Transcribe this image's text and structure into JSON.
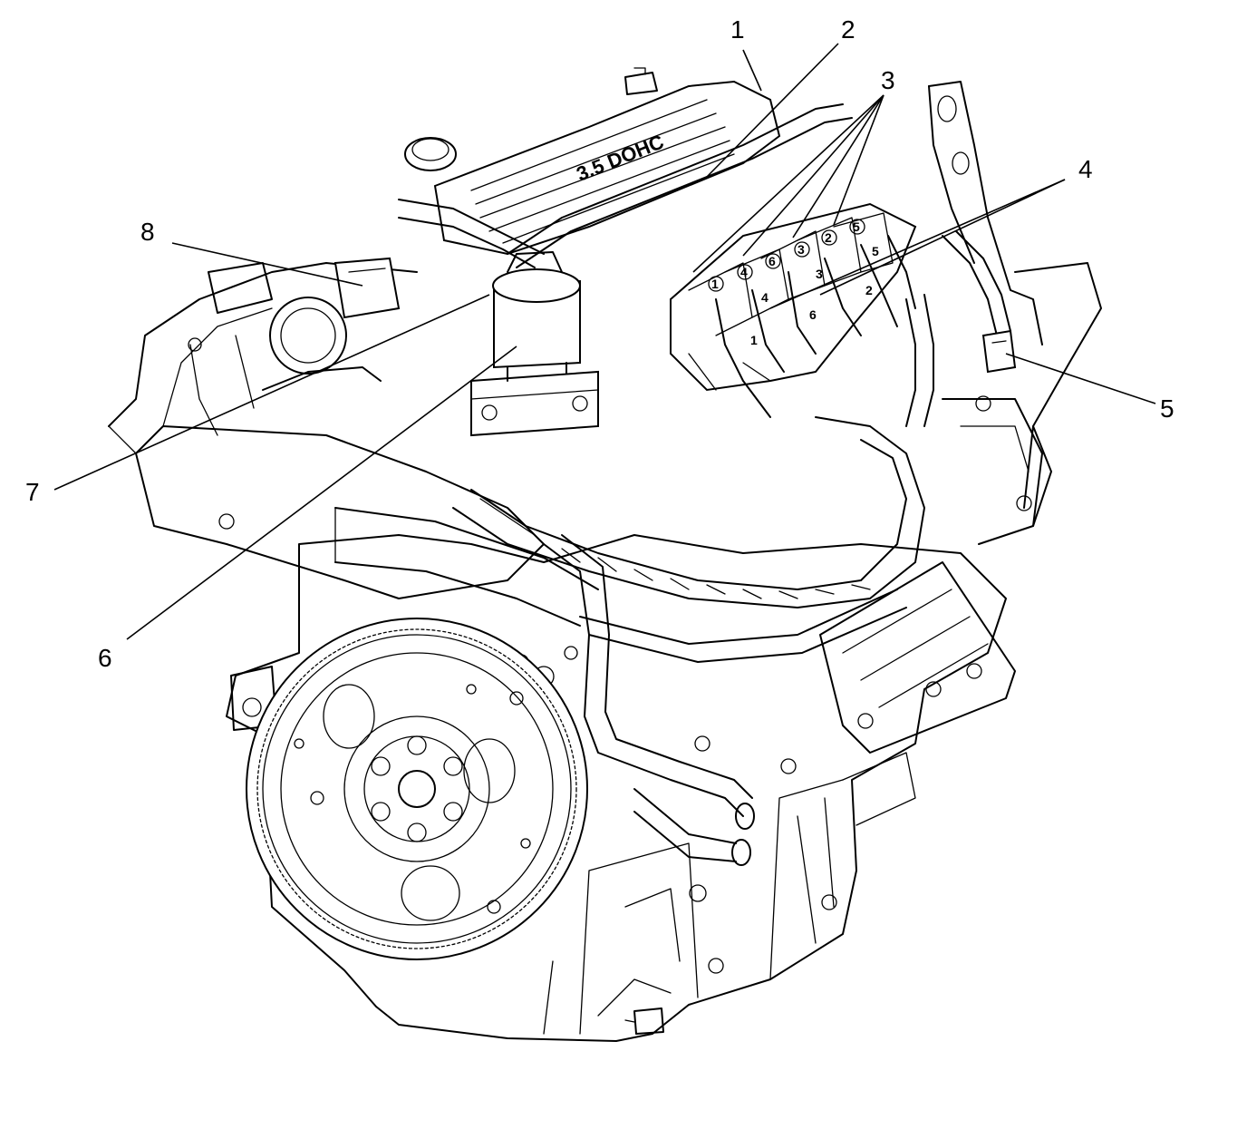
{
  "callouts": [
    {
      "id": "1",
      "label": "1"
    },
    {
      "id": "2",
      "label": "2"
    },
    {
      "id": "3",
      "label": "3"
    },
    {
      "id": "4",
      "label": "4"
    },
    {
      "id": "5",
      "label": "5"
    },
    {
      "id": "6",
      "label": "6"
    },
    {
      "id": "7",
      "label": "7"
    },
    {
      "id": "8",
      "label": "8"
    }
  ],
  "coil_numbers": [
    "1",
    "4",
    "6",
    "3",
    "2",
    "5"
  ],
  "wire_numbers": [
    "1",
    "4",
    "6",
    "3",
    "2",
    "5"
  ],
  "cover_lettering": "3.5 DOHC"
}
